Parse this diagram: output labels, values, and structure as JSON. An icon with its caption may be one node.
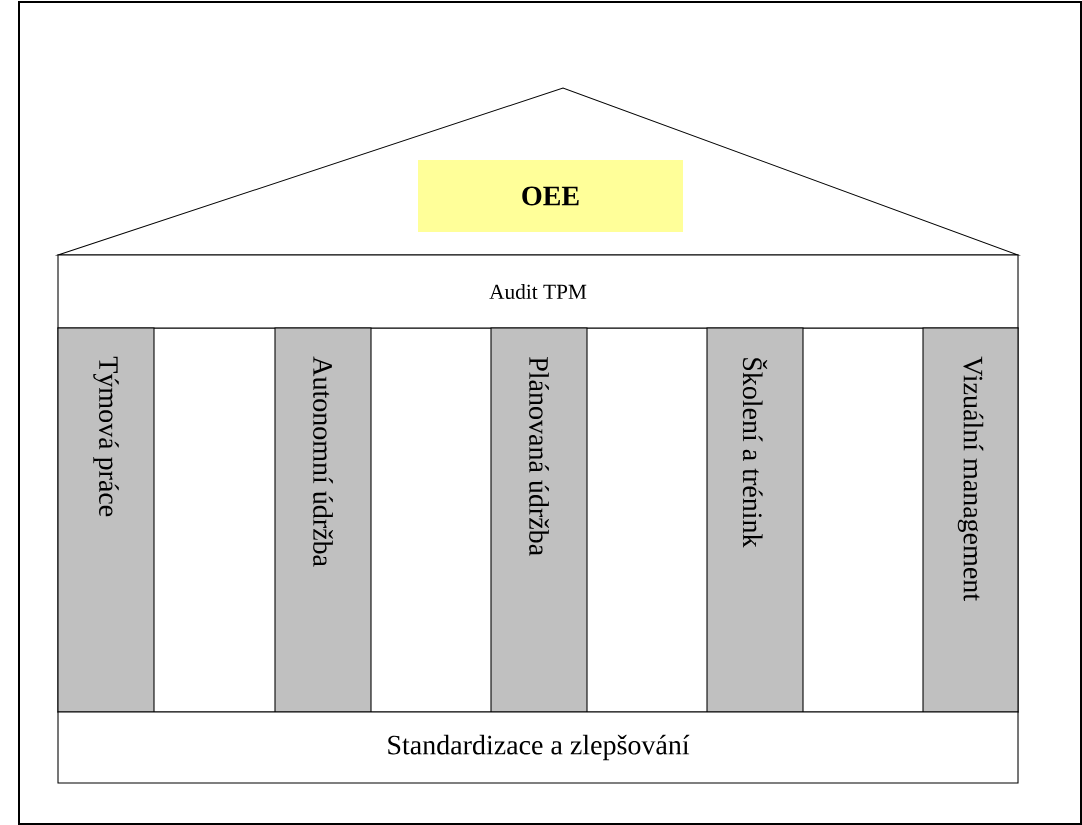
{
  "diagram": {
    "nodes": [
      {
        "text": [],
        "shape": "triangle"
      },
      {
        "text": [
          "OEE"
        ],
        "in": 0
      },
      {
        "text": [
          "Audit TPM"
        ]
      },
      {
        "text": [
          "Týmová práce"
        ]
      },
      {
        "text": [
          "Autonomní údržba"
        ]
      },
      {
        "text": [
          "Plánovaná údržba"
        ]
      },
      {
        "text": [
          "Školení a trénink"
        ]
      },
      {
        "text": [
          "Vizuální management"
        ]
      },
      {
        "text": [
          "Standardizace a zlepšování"
        ]
      }
    ]
  }
}
